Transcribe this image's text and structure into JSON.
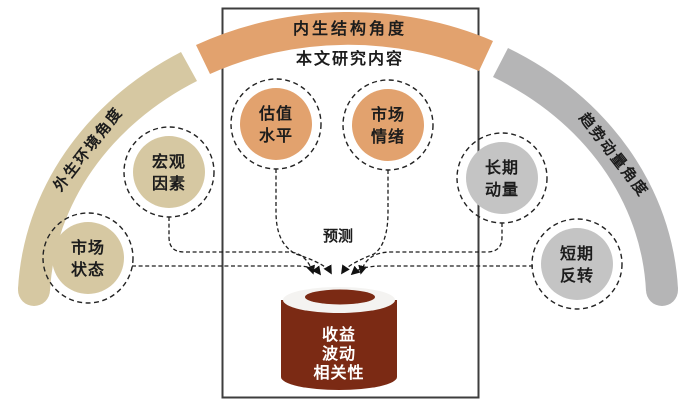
{
  "arc": {
    "left": {
      "label": "外生环境角度",
      "color": "#D6C8A2"
    },
    "middle": {
      "label": "内生结构角度",
      "color": "#E2A26E"
    },
    "right": {
      "label": "趋势动量角度",
      "color": "#B5B5B6"
    }
  },
  "box": {
    "label": "本文研究内容",
    "label_color": "#8A2028"
  },
  "nodes": [
    {
      "label_lines": [
        "市场",
        "状态"
      ],
      "color": "#D6C8A2"
    },
    {
      "label_lines": [
        "宏观",
        "因素"
      ],
      "color": "#D6C8A2"
    },
    {
      "label_lines": [
        "估值",
        "水平"
      ],
      "color": "#E2A26E"
    },
    {
      "label_lines": [
        "市场",
        "情绪"
      ],
      "color": "#E2A26E"
    },
    {
      "label_lines": [
        "长期",
        "动量"
      ],
      "color": "#C4C4C4"
    },
    {
      "label_lines": [
        "短期",
        "反转"
      ],
      "color": "#C4C4C4"
    }
  ],
  "flow": {
    "predict_label": "预测"
  },
  "cylinder": {
    "lines": [
      "收益",
      "波动",
      "相关性"
    ],
    "color": "#7B2A14",
    "rim_color": "#F4F3F1"
  }
}
